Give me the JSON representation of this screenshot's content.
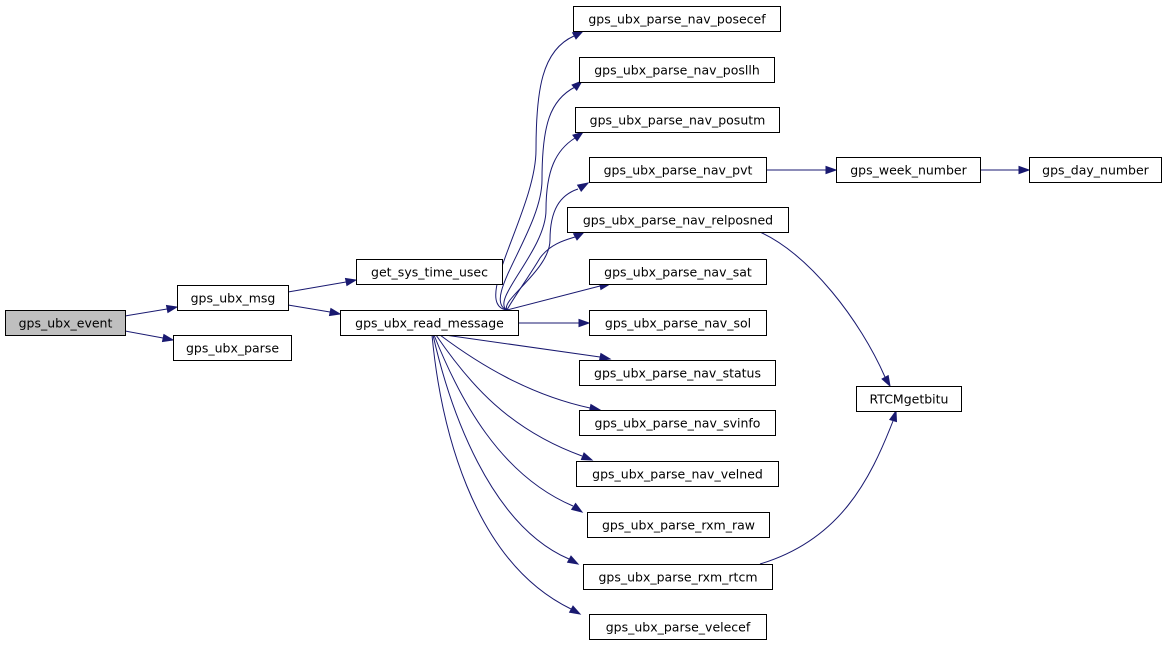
{
  "diagram": {
    "colors": {
      "edge": "#191970",
      "node_fill": "#ffffff",
      "root_fill": "#bfbfbf",
      "border": "#000000"
    },
    "nodes": [
      {
        "id": "gps_ubx_event",
        "label": "gps_ubx_event",
        "root": true
      },
      {
        "id": "gps_ubx_msg",
        "label": "gps_ubx_msg"
      },
      {
        "id": "gps_ubx_parse",
        "label": "gps_ubx_parse"
      },
      {
        "id": "get_sys_time_usec",
        "label": "get_sys_time_usec"
      },
      {
        "id": "gps_ubx_read_message",
        "label": "gps_ubx_read_message"
      },
      {
        "id": "posecef",
        "label": "gps_ubx_parse_nav_posecef"
      },
      {
        "id": "posllh",
        "label": "gps_ubx_parse_nav_posllh"
      },
      {
        "id": "posutm",
        "label": "gps_ubx_parse_nav_posutm"
      },
      {
        "id": "pvt",
        "label": "gps_ubx_parse_nav_pvt"
      },
      {
        "id": "relposned",
        "label": "gps_ubx_parse_nav_relposned"
      },
      {
        "id": "sat",
        "label": "gps_ubx_parse_nav_sat"
      },
      {
        "id": "sol",
        "label": "gps_ubx_parse_nav_sol"
      },
      {
        "id": "status",
        "label": "gps_ubx_parse_nav_status"
      },
      {
        "id": "svinfo",
        "label": "gps_ubx_parse_nav_svinfo"
      },
      {
        "id": "velned",
        "label": "gps_ubx_parse_nav_velned"
      },
      {
        "id": "rxm_raw",
        "label": "gps_ubx_parse_rxm_raw"
      },
      {
        "id": "rxm_rtcm",
        "label": "gps_ubx_parse_rxm_rtcm"
      },
      {
        "id": "velecef",
        "label": "gps_ubx_parse_velecef"
      },
      {
        "id": "gps_week_number",
        "label": "gps_week_number"
      },
      {
        "id": "gps_day_number",
        "label": "gps_day_number"
      },
      {
        "id": "RTCMgetbitu",
        "label": "RTCMgetbitu"
      }
    ],
    "edges": [
      {
        "from": "gps_ubx_event",
        "to": "gps_ubx_msg"
      },
      {
        "from": "gps_ubx_event",
        "to": "gps_ubx_parse"
      },
      {
        "from": "gps_ubx_msg",
        "to": "get_sys_time_usec"
      },
      {
        "from": "gps_ubx_msg",
        "to": "gps_ubx_read_message"
      },
      {
        "from": "gps_ubx_read_message",
        "to": "posecef"
      },
      {
        "from": "gps_ubx_read_message",
        "to": "posllh"
      },
      {
        "from": "gps_ubx_read_message",
        "to": "posutm"
      },
      {
        "from": "gps_ubx_read_message",
        "to": "pvt"
      },
      {
        "from": "gps_ubx_read_message",
        "to": "relposned"
      },
      {
        "from": "gps_ubx_read_message",
        "to": "sat"
      },
      {
        "from": "gps_ubx_read_message",
        "to": "sol"
      },
      {
        "from": "gps_ubx_read_message",
        "to": "status"
      },
      {
        "from": "gps_ubx_read_message",
        "to": "svinfo"
      },
      {
        "from": "gps_ubx_read_message",
        "to": "velned"
      },
      {
        "from": "gps_ubx_read_message",
        "to": "rxm_raw"
      },
      {
        "from": "gps_ubx_read_message",
        "to": "rxm_rtcm"
      },
      {
        "from": "gps_ubx_read_message",
        "to": "velecef"
      },
      {
        "from": "pvt",
        "to": "gps_week_number"
      },
      {
        "from": "gps_week_number",
        "to": "gps_day_number"
      },
      {
        "from": "relposned",
        "to": "RTCMgetbitu"
      },
      {
        "from": "rxm_rtcm",
        "to": "RTCMgetbitu"
      }
    ]
  }
}
